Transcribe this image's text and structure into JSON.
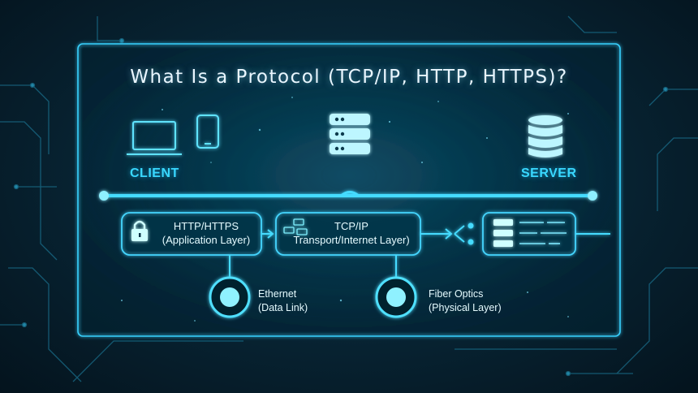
{
  "title": "What Is a Protocol (TCP/IP, HTTP, HTTPS)?",
  "nodes": {
    "client": "CLIENT",
    "server": "SERVER"
  },
  "layers": {
    "http": {
      "line1": "HTTP/HTTPS",
      "line2": "(Application Layer)"
    },
    "tcp": {
      "line1": "TCP/IP",
      "line2": "Transport/Internet Layer)"
    },
    "ethernet": {
      "line1": "Ethernet",
      "line2": "(Data Link)"
    },
    "fiber": {
      "line1": "Fiber Optics",
      "line2": "(Physical Layer)"
    }
  },
  "icons": {
    "laptop": "laptop-icon",
    "phone": "smartphone-icon",
    "server_stack": "server-stack-icon",
    "database": "database-icon",
    "lock": "lock-icon",
    "packets": "packets-icon",
    "server_panel": "server-panel-icon"
  },
  "colors": {
    "glow": "#2fd6ff",
    "accent_text": "#39d8ff",
    "background": "#082636"
  }
}
